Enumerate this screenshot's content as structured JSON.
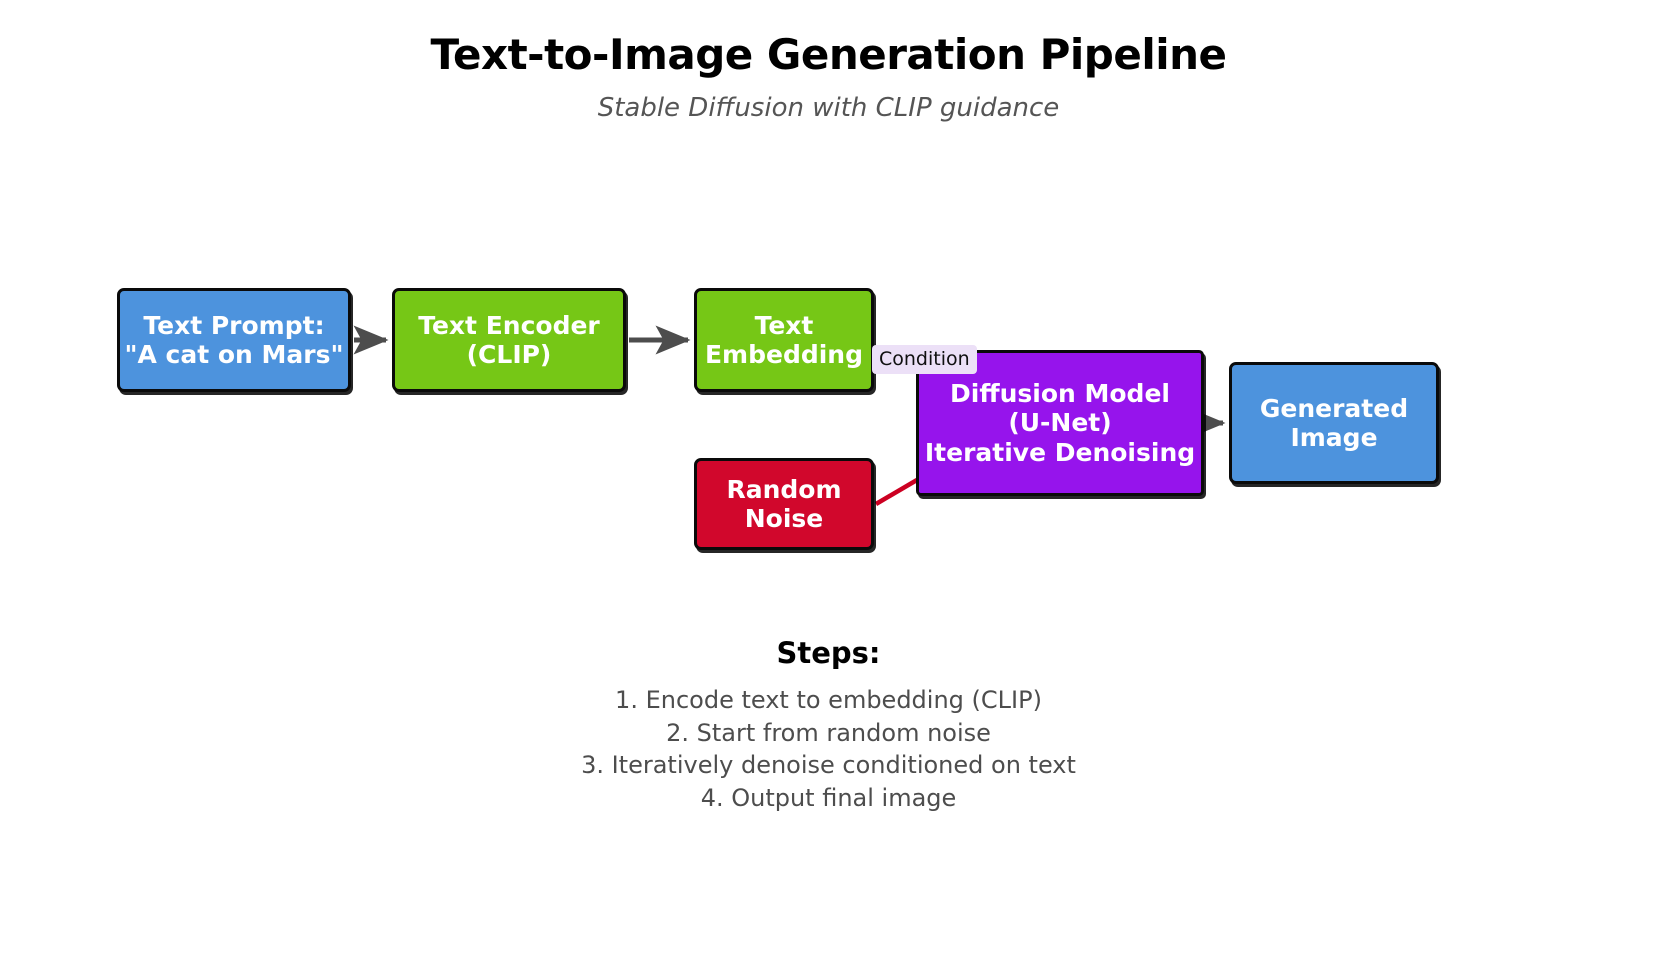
{
  "header": {
    "title": "Text-to-Image Generation Pipeline",
    "subtitle": "Stable Diffusion with CLIP guidance"
  },
  "diagram": {
    "type": "flowchart",
    "nodes": [
      {
        "id": "prompt",
        "label": "Text Prompt:\n\"A cat on Mars\"",
        "color": "#4d93dd"
      },
      {
        "id": "encoder",
        "label": "Text Encoder\n(CLIP)",
        "color": "#76c716"
      },
      {
        "id": "embedding",
        "label": "Text\nEmbedding",
        "color": "#76c716"
      },
      {
        "id": "diffusion",
        "label": "Diffusion Model\n(U-Net)\nIterative Denoising",
        "color": "#9614ec"
      },
      {
        "id": "noise",
        "label": "Random\nNoise",
        "color": "#d1072c"
      },
      {
        "id": "output",
        "label": "Generated\nImage",
        "color": "#4d93dd"
      }
    ],
    "edges": [
      {
        "from": "prompt",
        "to": "encoder",
        "label": "",
        "color": "#4d4d4d"
      },
      {
        "from": "encoder",
        "to": "embedding",
        "label": "",
        "color": "#4d4d4d"
      },
      {
        "from": "embedding",
        "to": "diffusion",
        "label": "Condition",
        "color": "#7ac943"
      },
      {
        "from": "noise",
        "to": "diffusion",
        "label": "",
        "color": "#cc0022"
      },
      {
        "from": "diffusion",
        "to": "output",
        "label": "",
        "color": "#4d4d4d"
      }
    ]
  },
  "steps": {
    "heading": "Steps:",
    "items": [
      "1. Encode text to embedding (CLIP)",
      "2. Start from random noise",
      "3. Iteratively denoise conditioned on text",
      "4. Output final image"
    ]
  }
}
